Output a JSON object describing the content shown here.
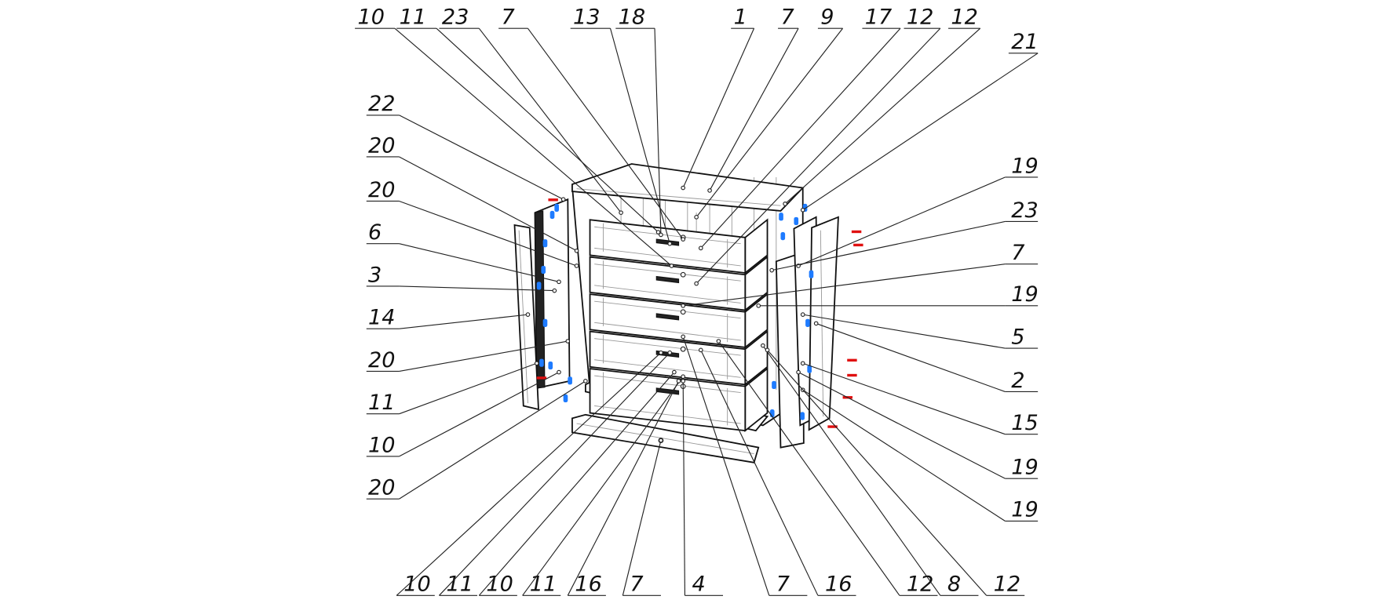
{
  "title": "Exploded assembly diagram of a chest of drawers with two side cabinets",
  "colors": {
    "line": "#111111",
    "fastener_blue": "#1e7bff",
    "fastener_red": "#e01010",
    "hidden_line": "#999999"
  },
  "callouts": {
    "top": [
      "10",
      "11",
      "23",
      "7",
      "13",
      "18",
      "1",
      "7",
      "9",
      "17",
      "12",
      "12",
      "21"
    ],
    "left": [
      "22",
      "20",
      "20",
      "6",
      "3",
      "14",
      "20",
      "11",
      "10",
      "20"
    ],
    "right": [
      "19",
      "23",
      "7",
      "19",
      "5",
      "2",
      "15",
      "19",
      "19"
    ],
    "bottom": [
      "10",
      "11",
      "10",
      "11",
      "16",
      "7",
      "4",
      "7",
      "16",
      "12",
      "8",
      "12"
    ]
  }
}
